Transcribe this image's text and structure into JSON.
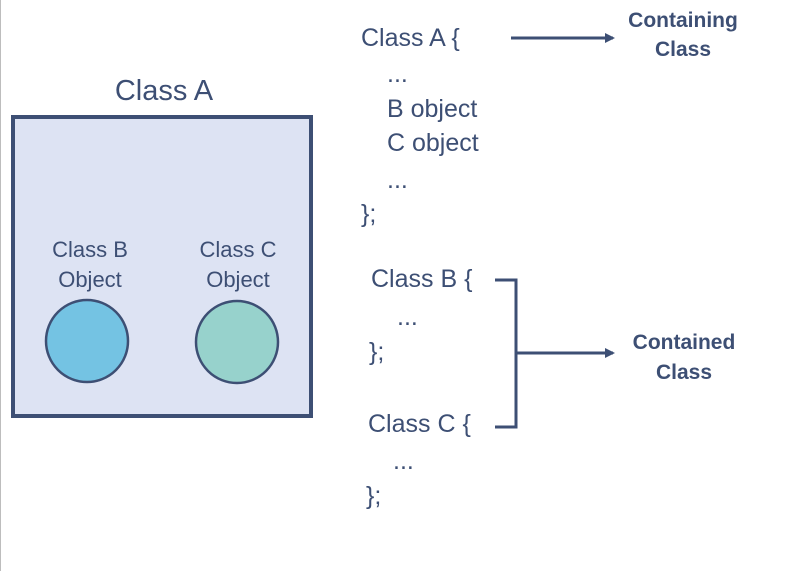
{
  "diagram": {
    "container": {
      "title": "Class A",
      "fill": "#dde3f3",
      "stroke": "#3d4f74",
      "objects": [
        {
          "line1": "Class B",
          "line2": "Object",
          "color": "#74c3e3"
        },
        {
          "line1": "Class C",
          "line2": "Object",
          "color": "#97d2cc"
        }
      ]
    },
    "code": {
      "class_a": {
        "header": "Class A {",
        "lines": [
          "...",
          "B object",
          "C object",
          "..."
        ],
        "close": "};"
      },
      "class_b": {
        "header": "Class B {",
        "lines": [
          "..."
        ],
        "close": "};"
      },
      "class_c": {
        "header": "Class C {",
        "lines": [
          "..."
        ],
        "close": "};"
      }
    },
    "annotations": {
      "containing": {
        "line1": "Containing",
        "line2": "Class"
      },
      "contained": {
        "line1": "Contained",
        "line2": "Class"
      }
    },
    "text_color": "#3d4f74"
  }
}
